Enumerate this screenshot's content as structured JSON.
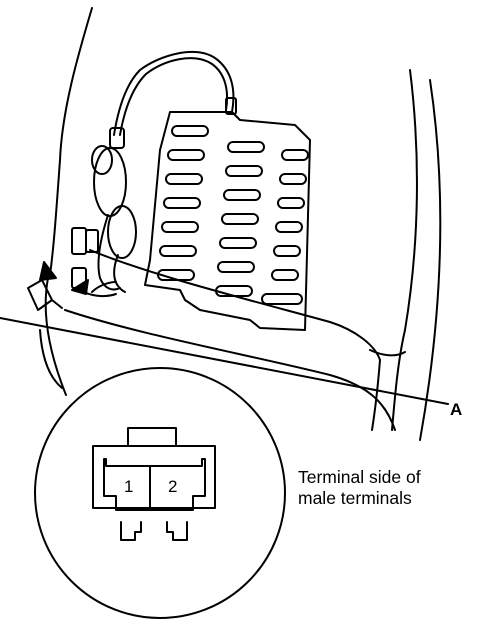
{
  "callout": {
    "label": "A"
  },
  "connector": {
    "pins": [
      "1",
      "2"
    ]
  },
  "caption": {
    "line1": "Terminal side of",
    "line2": "male terminals"
  },
  "colors": {
    "ink": "#000000",
    "paper": "#ffffff"
  }
}
